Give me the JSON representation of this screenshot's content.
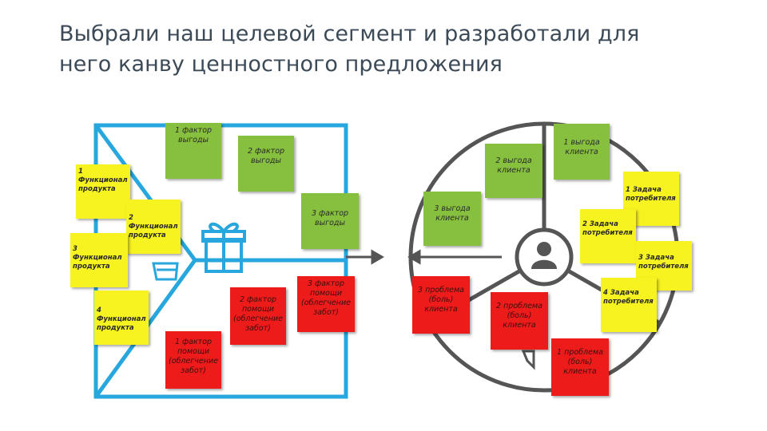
{
  "title_line1": "Выбрали наш целевой сегмент и разработали для",
  "title_line2": "него канву ценностного предложения",
  "colors": {
    "diagram_blue": "#27a7dd",
    "icon_grey": "#555555",
    "note_yellow": "#f7f321",
    "note_green": "#86c03e",
    "note_red": "#ee1b1b"
  },
  "notes": {
    "product_1": "1 Функционал продукта",
    "product_2": "2 Функционал продукта",
    "product_3": "3 Функционал продукта",
    "product_4": "4 Функционал продукта",
    "gain_creator_1": "1 фактор выгоды",
    "gain_creator_2": "2 фактор выгоды",
    "gain_creator_3": "3 фактор выгоды",
    "pain_reliever_1": "1 фактор помощи (облегчение забот)",
    "pain_reliever_2": "2 фактор помощи (облегчение забот)",
    "pain_reliever_3": "3 фактор помощи (облегчение забот)",
    "gain_1": "1 выгода клиента",
    "gain_2": "2 выгода клиента",
    "gain_3": "3 выгода клиента",
    "pain_1": "1 проблема (боль) клиента",
    "pain_2": "2 проблема (боль) клиента",
    "pain_3": "3 проблема (боль) клиента",
    "job_1": "1 Задача потребителя",
    "job_2": "2 Задача потребителя",
    "job_3": "3 Задача потребителя",
    "job_4": "4 Задача потребителя"
  },
  "icons": [
    "gift-icon",
    "pills-icon",
    "person-icon",
    "smiley-icon",
    "frown-icon",
    "tshirt-icon"
  ]
}
